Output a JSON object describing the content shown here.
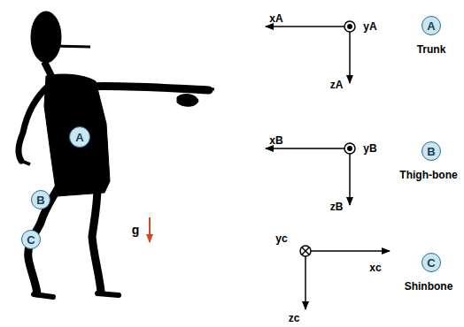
{
  "diagram": {
    "nodes": [
      {
        "text": [
          "A"
        ]
      },
      {
        "text": [
          "B"
        ]
      },
      {
        "text": [
          "C"
        ]
      },
      {
        "text": [
          "A",
          "Trunk"
        ]
      },
      {
        "text": [
          "B",
          "Thigh-bone"
        ]
      },
      {
        "text": [
          "C",
          "Shinbone"
        ]
      }
    ],
    "labels": [
      "xA",
      "yA",
      "zA",
      "xB",
      "yB",
      "zB",
      "yc",
      "xc",
      "zc",
      "g"
    ]
  }
}
